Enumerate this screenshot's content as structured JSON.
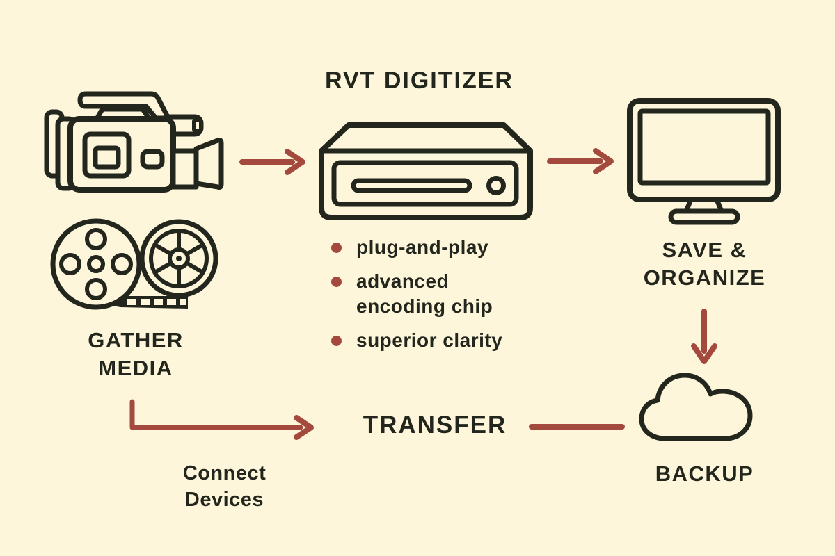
{
  "colors": {
    "background": "#fdf6da",
    "ink": "#23261d",
    "accent": "#a3493e"
  },
  "title": "RVT DIGITIZER",
  "gather": {
    "line1": "GATHER",
    "line2": "MEDIA"
  },
  "digitizer": {
    "features": [
      "plug-and-play",
      "advanced encoding chip",
      "superior clarity"
    ]
  },
  "save": {
    "line1": "SAVE &",
    "line2": "ORGANIZE"
  },
  "backup": {
    "label": "BACKUP"
  },
  "transfer": {
    "label": "TRANSFER",
    "note_line1": "Connect",
    "note_line2": "Devices"
  },
  "icons": {
    "video-camera": "outlined camcorder glyph",
    "film-reels": "two outlined film reels with film strip",
    "digitizer-device": "outlined converter box with slot and button",
    "monitor": "outlined desktop monitor",
    "cloud": "outlined cloud",
    "arrows": "solid red flow arrows"
  }
}
